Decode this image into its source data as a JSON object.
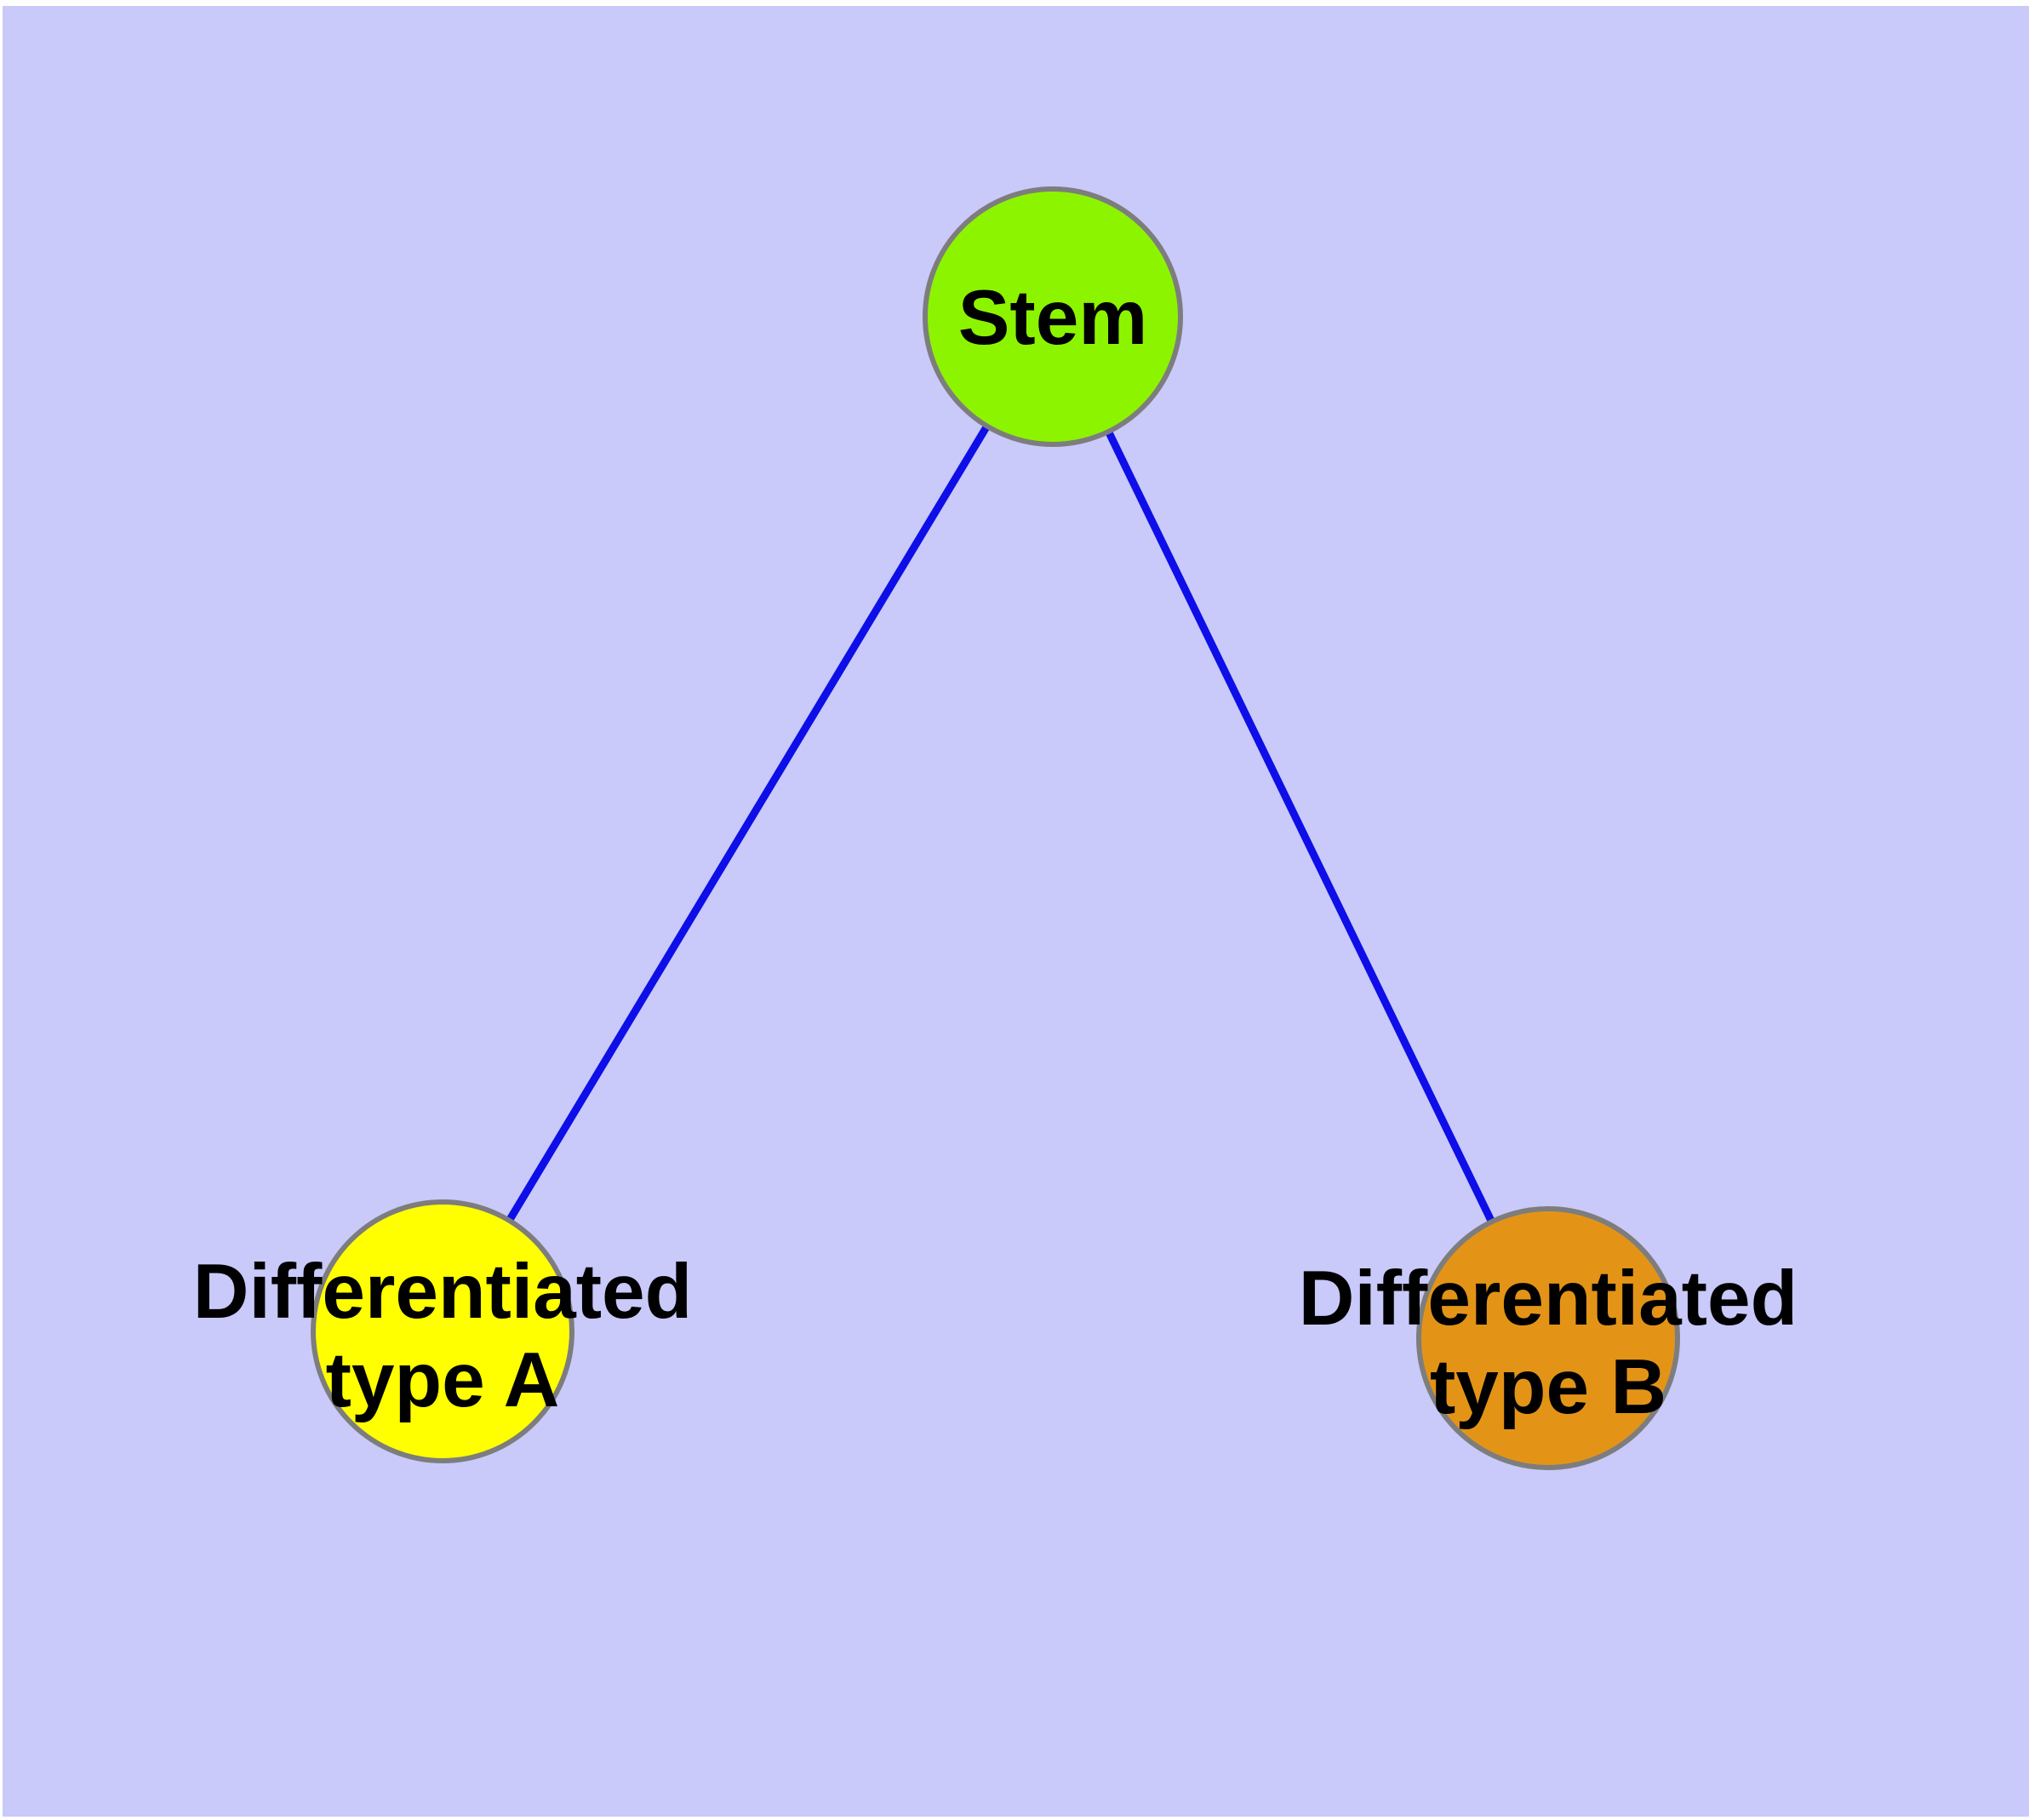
{
  "diagram": {
    "background_color": "#c9c9fa",
    "frame_color": "#ffffff",
    "edge_color": "#0e0ee8",
    "node_border_color": "#7d7d7d",
    "text_color": "#000000",
    "nodes": {
      "stem": {
        "label": "Stem",
        "fill": "#8df400"
      },
      "type_a": {
        "label_line1": "Differentiated",
        "label_line2": "type A",
        "fill": "#ffff00"
      },
      "type_b": {
        "label_line1": "Differentiated",
        "label_line2": "type B",
        "fill": "#e39417"
      }
    },
    "edges": [
      {
        "from": "stem",
        "to": "type_a"
      },
      {
        "from": "stem",
        "to": "type_b"
      }
    ]
  }
}
